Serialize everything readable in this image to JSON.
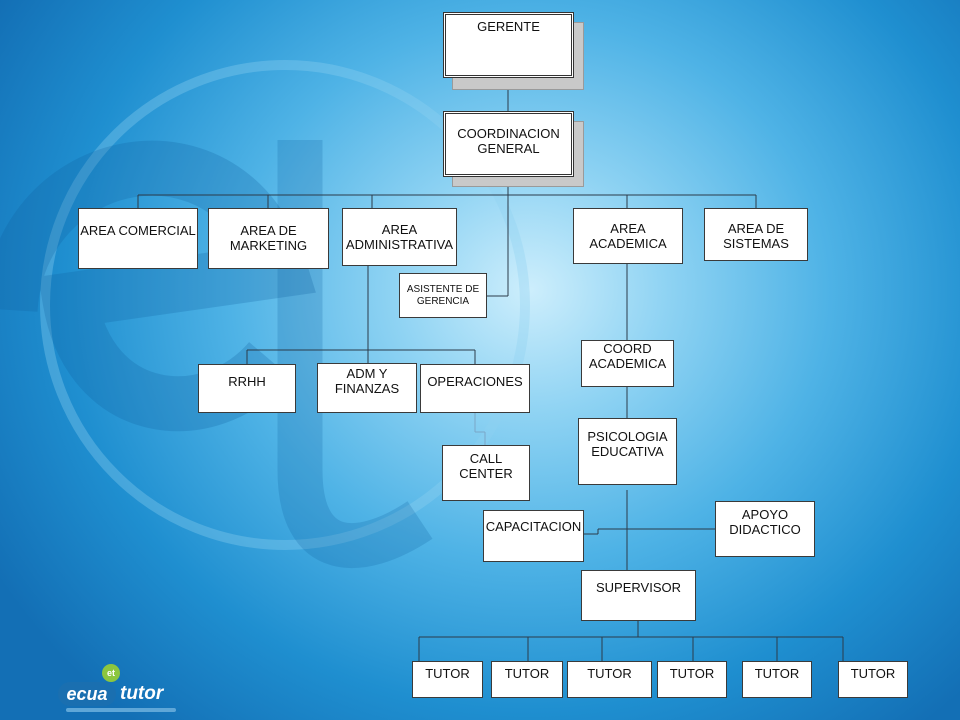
{
  "colors": {
    "node_fill": "#ffffff",
    "node_border": "#3a3a3a",
    "line": "#2b3b4a",
    "shadow": "#c9c9c9"
  },
  "org_chart": {
    "gerente": "GERENTE",
    "coordinacion_general": [
      "COORDINACION",
      "GENERAL"
    ],
    "area_comercial": "AREA COMERCIAL",
    "area_marketing": [
      "AREA DE",
      "MARKETING"
    ],
    "area_administrativa": [
      "AREA",
      "ADMINISTRATIVA"
    ],
    "asistente_gerencia": [
      "ASISTENTE DE",
      "GERENCIA"
    ],
    "area_academica": [
      "AREA",
      "ACADEMICA"
    ],
    "area_sistemas": [
      "AREA DE",
      "SISTEMAS"
    ],
    "rrhh": "RRHH",
    "adm_finanzas": [
      "ADM Y",
      "FINANZAS"
    ],
    "operaciones": "OPERACIONES",
    "call_center": [
      "CALL",
      "CENTER"
    ],
    "coord_academica": [
      "COORD",
      "ACADEMICA"
    ],
    "psicologia_educativa": [
      "PSICOLOGIA",
      "EDUCATIVA"
    ],
    "capacitacion": "CAPACITACION",
    "apoyo_didactico": [
      "APOYO",
      "DIDACTICO"
    ],
    "supervisor": "SUPERVISOR",
    "tutors": [
      "TUTOR",
      "TUTOR",
      "TUTOR",
      "TUTOR",
      "TUTOR",
      "TUTOR"
    ]
  },
  "logo": {
    "part1": "ecua",
    "part2": "tutor",
    "badge": "et",
    "icon": "ecuatutor-logo"
  }
}
